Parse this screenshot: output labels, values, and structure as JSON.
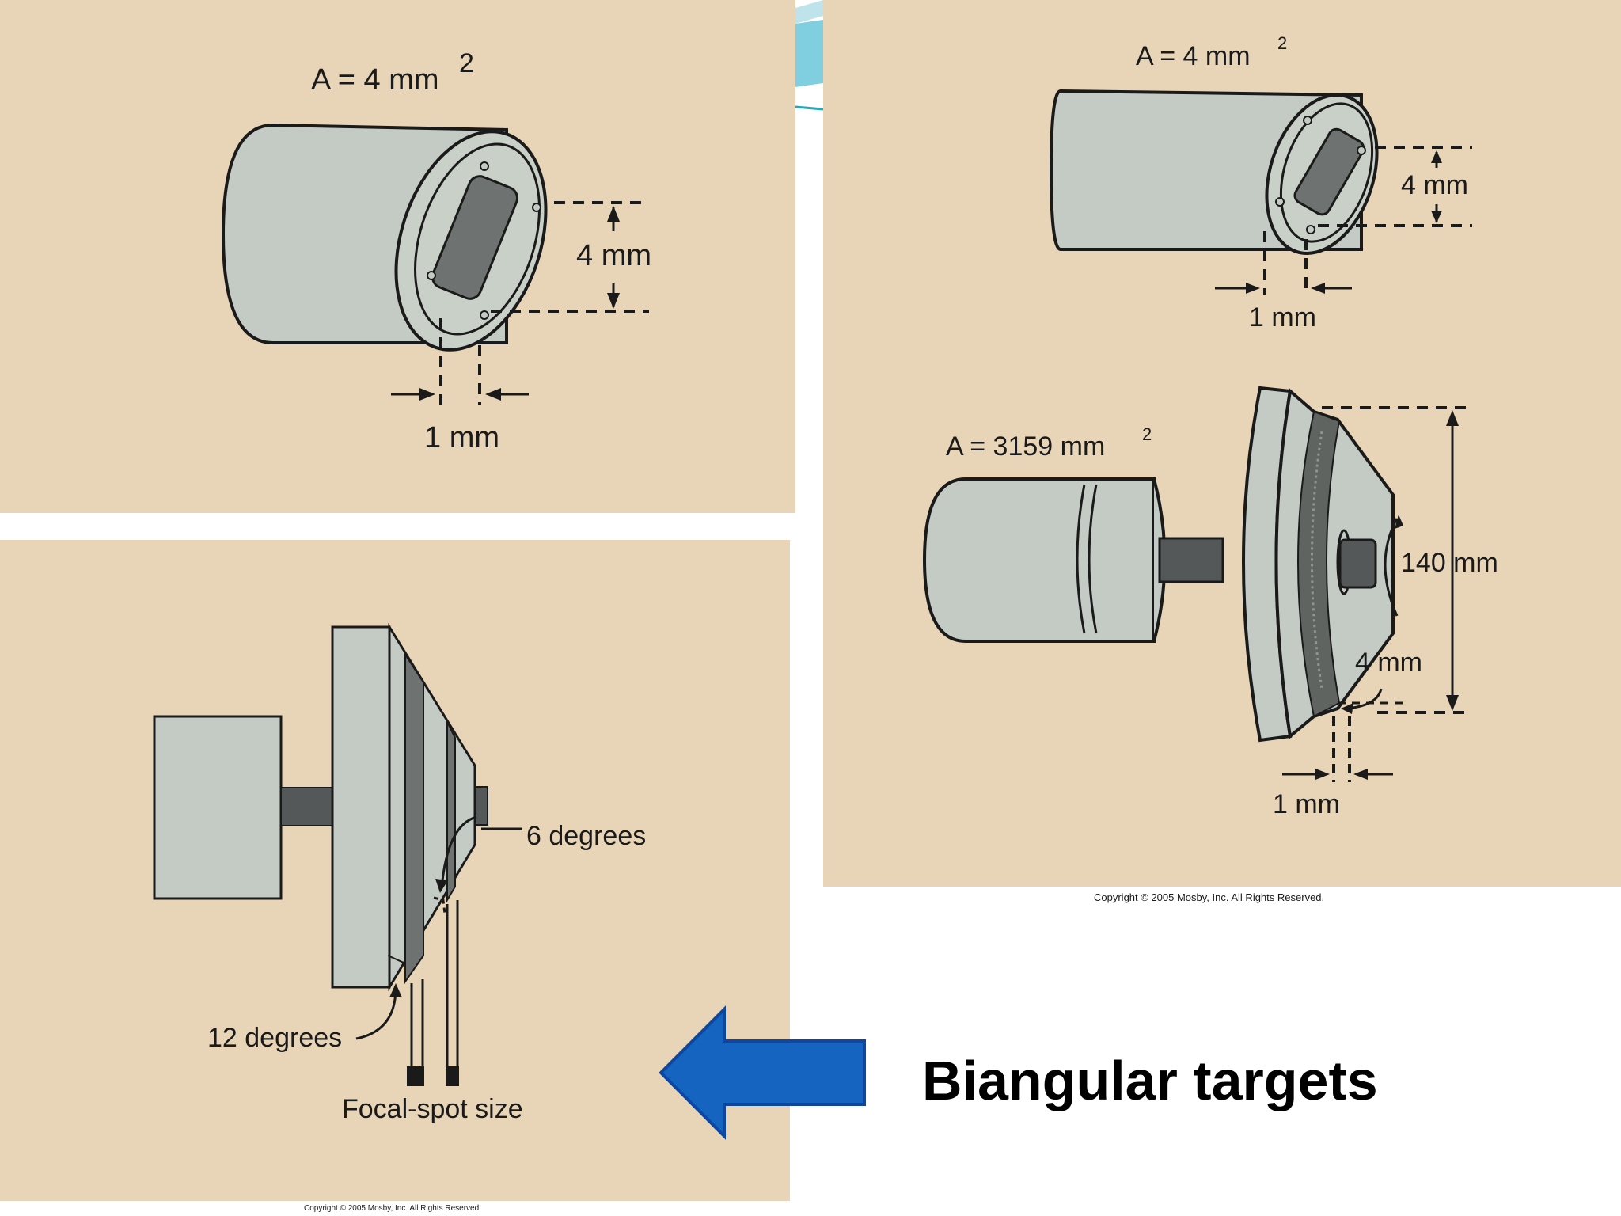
{
  "anode_stationary": {
    "area_label": "A = 4 mm",
    "area_sup": "2",
    "height_label": "4 mm",
    "width_label": "1 mm"
  },
  "anode_rotating": {
    "small_area_label": "A = 4 mm",
    "small_area_sup": "2",
    "small_height_label": "4 mm",
    "small_width_label": "1 mm",
    "large_area_label": "A = 3159 mm",
    "large_area_sup": "2",
    "diameter_label": "140 mm",
    "track_height_label": "4 mm",
    "track_width_label": "1 mm",
    "copyright": "Copyright © 2005 Mosby, Inc. All Rights Reserved."
  },
  "anode_biangular": {
    "angle_small_label": "6 degrees",
    "angle_large_label": "12 degrees",
    "focal_spot_label": "Focal-spot size",
    "copyright": "Copyright © 2005 Mosby, Inc. All Rights Reserved."
  },
  "caption": {
    "text": "Biangular targets",
    "arrow_color": "#1565c0"
  },
  "colors": {
    "panel_bg": "#e8d5b7",
    "metal": "#c3cbc4",
    "target": "#6e7270",
    "accent_teal": "#2aa7b5"
  }
}
